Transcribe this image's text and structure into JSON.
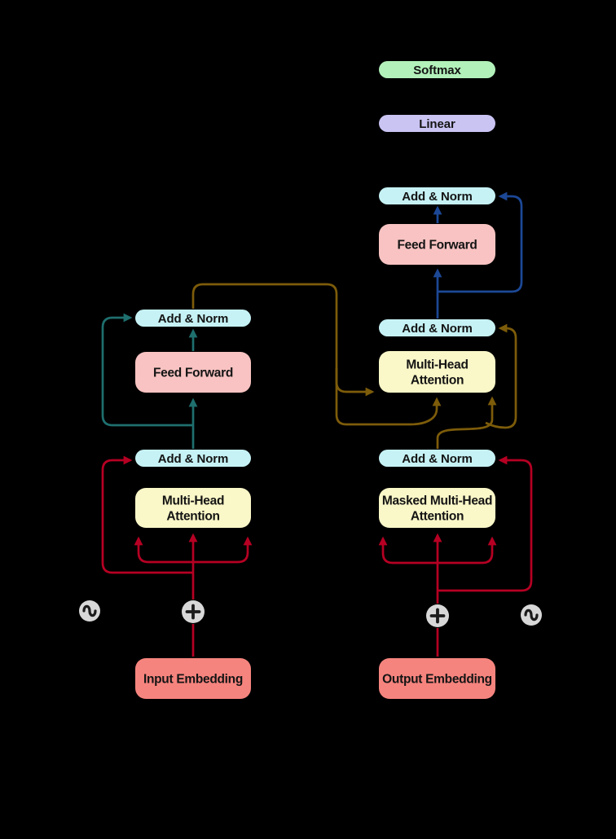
{
  "diagram": {
    "title_semantic": "Transformer model architecture",
    "output_stack": {
      "softmax_label": "Softmax",
      "linear_label": "Linear"
    },
    "decoder": {
      "addnorm_top_label": "Add & Norm",
      "feed_forward_label": "Feed Forward",
      "addnorm_mid_label": "Add & Norm",
      "mha_line1": "Multi-Head",
      "mha_line2": "Attention",
      "addnorm_low_label": "Add & Norm",
      "masked_mha_line1": "Masked Multi-Head",
      "masked_mha_line2": "Attention",
      "embedding_label": "Output Embedding",
      "plus_symbol": "+",
      "sine_symbol": "∿"
    },
    "encoder": {
      "addnorm_top_label": "Add & Norm",
      "feed_forward_label": "Feed Forward",
      "addnorm_low_label": "Add & Norm",
      "mha_line1": "Multi-Head",
      "mha_line2": "Attention",
      "embedding_label": "Input Embedding",
      "plus_symbol": "+",
      "sine_symbol": "∿"
    }
  },
  "colors": {
    "background": "#000000",
    "box_addnorm": "#c6f2f5",
    "box_softmax": "#b2f1ba",
    "box_linear": "#cac4f3",
    "box_feedforward": "#f8c3c2",
    "box_attention": "#faf7c8",
    "box_embedding": "#f6847e",
    "circle_fill": "#d8d8d8",
    "symbol": "#1c1c1c",
    "text": "#141414",
    "arrow_red": "#b60023",
    "arrow_teal": "#1e6f6e",
    "arrow_olive": "#7d5c0a",
    "arrow_blue": "#1c4896"
  }
}
